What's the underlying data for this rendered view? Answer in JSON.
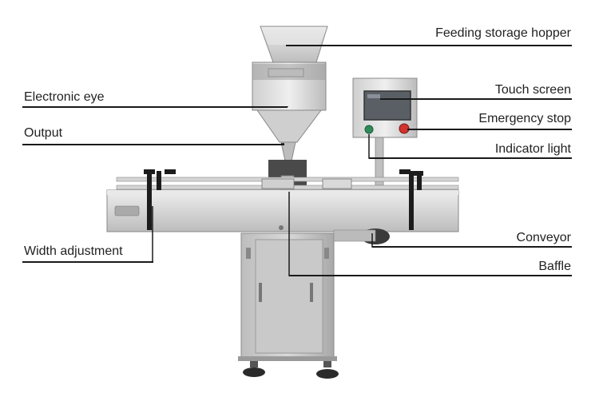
{
  "labels": {
    "feeding_storage_hopper": "Feeding storage hopper",
    "electronic_eye": "Electronic eye",
    "touch_screen": "Touch screen",
    "emergency_stop": "Emergency stop",
    "output": "Output",
    "indicator_light": "Indicator light",
    "conveyor": "Conveyor",
    "width_adjustment": "Width adjustment",
    "baffle": "Baffle"
  },
  "colors": {
    "steel_light": "#d9d9d9",
    "steel_mid": "#b8b8b8",
    "steel_dark": "#8c8c8c",
    "screen": "#5a5f66",
    "emergency_red": "#d2322d",
    "indicator_green": "#2e8b57",
    "black_parts": "#1c1c1c",
    "line": "#1a1a1a"
  }
}
